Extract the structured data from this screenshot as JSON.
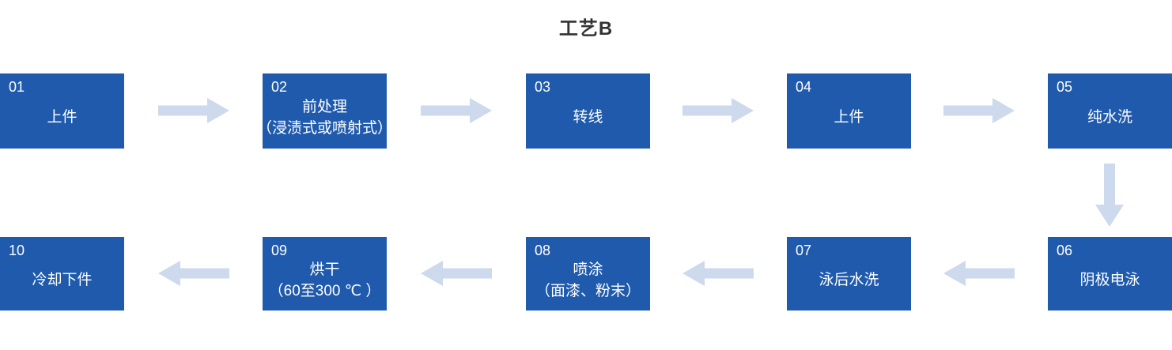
{
  "title": "工艺B",
  "colors": {
    "box_bg": "#1f5aac",
    "box_text": "#ffffff",
    "arrow_fill": "#cdd9ec",
    "title_text": "#333333"
  },
  "icons": {
    "arrow_right": "block-arrow →",
    "arrow_left": "block-arrow ←",
    "arrow_down": "block-arrow ↓"
  },
  "steps": [
    {
      "num": "01",
      "title": "上件"
    },
    {
      "num": "02",
      "title": "前处理",
      "subtitle": "（浸渍式或喷射式）"
    },
    {
      "num": "03",
      "title": "转线"
    },
    {
      "num": "04",
      "title": "上件"
    },
    {
      "num": "05",
      "title": "纯水洗"
    },
    {
      "num": "06",
      "title": "阴极电泳"
    },
    {
      "num": "07",
      "title": "泳后水洗"
    },
    {
      "num": "08",
      "title": "喷涂",
      "subtitle": "（面漆、粉末）"
    },
    {
      "num": "09",
      "title": "烘干",
      "subtitle": "（60至300 ℃ ）"
    },
    {
      "num": "10",
      "title": "冷却下件"
    }
  ]
}
